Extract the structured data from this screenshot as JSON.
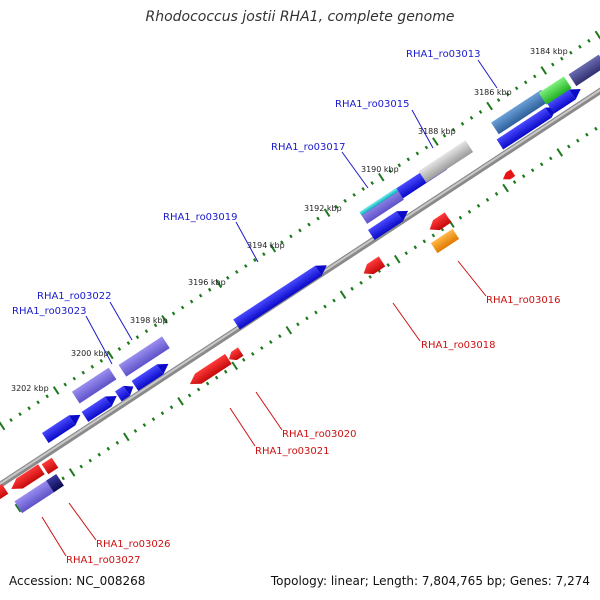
{
  "title": "Rhodococcus jostii RHA1, complete genome",
  "footer": {
    "accession": "Accession: NC_008268",
    "summary": "Topology: linear; Length: 7,804,765 bp; Genes: 7,274"
  },
  "ticks": [
    {
      "text": "3184 kbp"
    },
    {
      "text": "3186 kbp"
    },
    {
      "text": "3188 kbp"
    },
    {
      "text": "3190 kbp"
    },
    {
      "text": "3192 kbp"
    },
    {
      "text": "3194 kbp"
    },
    {
      "text": "3196 kbp"
    },
    {
      "text": "3198 kbp"
    },
    {
      "text": "3200 kbp"
    },
    {
      "text": "3202 kbp"
    }
  ],
  "gene_labels": [
    {
      "text": "RHA1_ro03013",
      "strand": "forward"
    },
    {
      "text": "RHA1_ro03015",
      "strand": "forward"
    },
    {
      "text": "RHA1_ro03017",
      "strand": "forward"
    },
    {
      "text": "RHA1_ro03019",
      "strand": "forward"
    },
    {
      "text": "RHA1_ro03022",
      "strand": "forward"
    },
    {
      "text": "RHA1_ro03023",
      "strand": "forward"
    },
    {
      "text": "RHA1_ro03016",
      "strand": "reverse"
    },
    {
      "text": "RHA1_ro03018",
      "strand": "reverse"
    },
    {
      "text": "RHA1_ro03020",
      "strand": "reverse"
    },
    {
      "text": "RHA1_ro03021",
      "strand": "reverse"
    },
    {
      "text": "RHA1_ro03026",
      "strand": "reverse"
    },
    {
      "text": "RHA1_ro03027",
      "strand": "reverse"
    }
  ],
  "colors": {
    "forward_label": "#1a1acc",
    "reverse_label": "#cc1111",
    "cds_forward": "#1414e6",
    "cds_reverse": "#e61414",
    "tick": "#1f7a1f",
    "backbone": "#999999"
  }
}
